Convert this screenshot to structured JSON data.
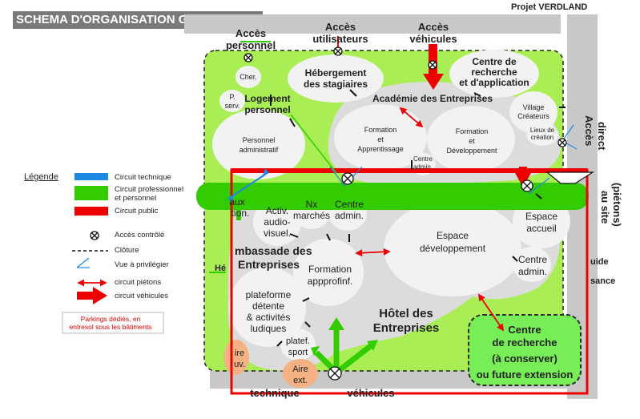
{
  "header": {
    "title": "SCHEMA D'ORGANISATION GENERALE",
    "project": "Projet VERDLAND"
  },
  "legend": {
    "title": "Légende",
    "circuit_technique": "Circuit technique",
    "circuit_pro_line1": "Circuit professionnel",
    "circuit_pro_line2": "et personnel",
    "circuit_public": "Circuit public",
    "acces_controle": "Accès contrôlé",
    "cloture": "Clôture",
    "vue": "Vue à privilégier",
    "pietons": "circuit piétons",
    "vehicules": "circuit véhicules",
    "parking_line1": "Parkings dédiés, en",
    "parking_line2": "entresol sous les bâtiments"
  },
  "access": {
    "personnel_1": "Accès",
    "personnel_2": "personnel",
    "utilisateurs_1": "Accès",
    "utilisateurs_2": "utilisateurs",
    "vehicules_1": "Accès",
    "vehicules_2": "véhicules",
    "direct_1": "Accès",
    "direct_2": "direct",
    "site_1": "au site",
    "site_2": "(piétons)",
    "bottom_technique": "technique",
    "bottom_vehicules": "véhicules"
  },
  "zones": {
    "cher": "Cher.",
    "p_serv_1": "P.",
    "p_serv_2": "serv.",
    "logement_1": "Logement",
    "logement_2": "personnel",
    "personnel_1": "Personnel",
    "personnel_2": "administratif",
    "hebergement_1": "Hébergement",
    "hebergement_2": "des stagiaires",
    "centre_app_1": "Centre de",
    "centre_app_2": "recherche",
    "centre_app_3": "et d'application",
    "academie": "Académie des Entreprises",
    "form_app_1": "Formation",
    "form_app_2": "et",
    "form_app_3": "Apprentissage",
    "form_dev_1": "Formation",
    "form_dev_2": "et",
    "form_dev_3": "Développement",
    "centre_admin_small_1": "Centre",
    "centre_admin_small_2": "admin.",
    "village_1": "Village",
    "village_2": "Créateurs",
    "lieux_1": "Lieux de",
    "lieux_2": "création",
    "aux_1": "aux",
    "aux_2": "tion.",
    "activ_1": "Activ.",
    "activ_2": "audio-",
    "activ_3": "visuel.",
    "nx_1": "Nx",
    "nx_2": "marchés",
    "ca1_1": "Centre",
    "ca1_2": "admin.",
    "ambassade_1": "mbassade des",
    "ambassade_2": "Entreprises",
    "he": "Hé",
    "formation_app_1": "Formation",
    "formation_app_2": "appproﬁnf.",
    "espace_dev_1": "Espace",
    "espace_dev_2": "développement",
    "espace_accueil_1": "Espace",
    "espace_accueil_2": "accueil",
    "ca2_1": "Centre",
    "ca2_2": "admin.",
    "hotel_1": "Hôtel des",
    "hotel_2": "Entreprises",
    "plateforme_1": "plateforme",
    "plateforme_2": "détente",
    "plateforme_3": "& activités",
    "plateforme_4": "ludiques",
    "platef_1": "platef.",
    "platef_2": "sport",
    "aire_jeux_1": "ire",
    "aire_jeux_2": "uv.",
    "aire_ext_1": "Aire",
    "aire_ext_2": "ext.",
    "centre_rech_1": "Centre",
    "centre_rech_2": "de recherche",
    "centre_rech_3": "(à conserver)",
    "centre_rech_4": "ou future extension",
    "guide_1": "uide",
    "guide_2": "sance"
  },
  "colors": {
    "green_zone": "#aaee55",
    "green_circuit": "#33cc00",
    "red_public": "#ee0000",
    "blue_tech": "#1e88e5",
    "grey_road": "#c8c8c8",
    "bubble_fill": "#f2f2f2",
    "grey_region": "#dcdcdc",
    "orange_aire": "#f4b183",
    "centre_rech_fill": "#77ee55"
  }
}
